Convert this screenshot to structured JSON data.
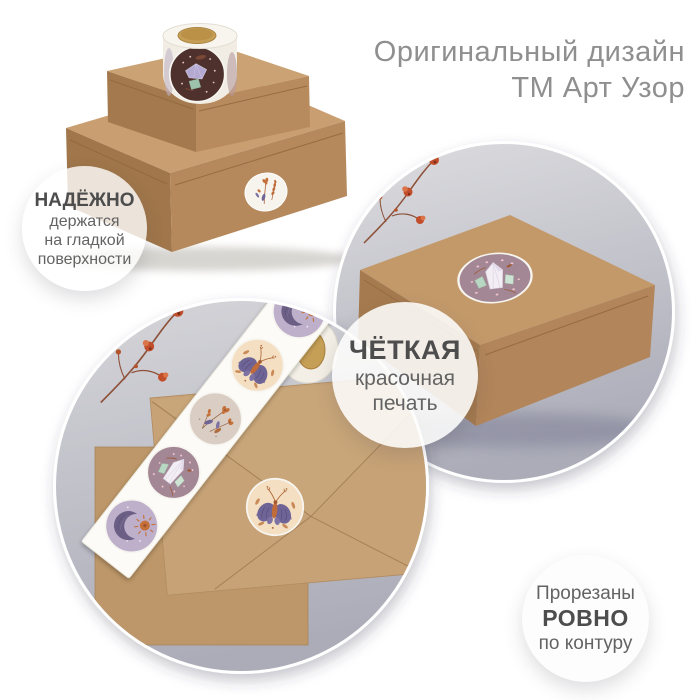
{
  "heading": {
    "line1": "Оригинальный дизайн",
    "line2": "ТМ Арт Узор"
  },
  "badges": {
    "adhesion": {
      "title": "НАДЁЖНО",
      "line1": "держатся",
      "line2": "на гладкой",
      "line3": "поверхности"
    },
    "print": {
      "title": "ЧЁТКАЯ",
      "line1": "красочная",
      "line2": "печать"
    },
    "cut": {
      "line1": "Прорезаны",
      "title": "РОВНО",
      "line2": "по контуру"
    }
  },
  "stickers": {
    "roll_face": "crystals-on-dark",
    "box_lid": "crystals-light",
    "box_front": "flowers-oval",
    "envelope": "moth",
    "strip_order": [
      "moon-and-sun",
      "moth",
      "flowers",
      "crystals-light",
      "moon-and-sun"
    ]
  },
  "colors": {
    "page_background": "#ffffff",
    "photo_background_gray": "#b4b4be",
    "kraft_front": "#b5895c",
    "kraft_top": "#c99e71",
    "kraft_side": "#a0764a",
    "envelope_kraft": "#c7a276",
    "heading_text": "#8f8f8f",
    "badge_text": "#4d4d4d",
    "sticker_lavender": "#beb0cb",
    "sticker_cream": "#f4dfc2",
    "sticker_beige": "#d9cdc4",
    "sticker_mauve": "#a38795",
    "sticker_dark_brown": "#4e312c",
    "motif_purple": "#6f6496",
    "motif_orange": "#c5713c",
    "dried_flower_red": "#c24d2b",
    "roll_core_gold": "#c69f56"
  }
}
